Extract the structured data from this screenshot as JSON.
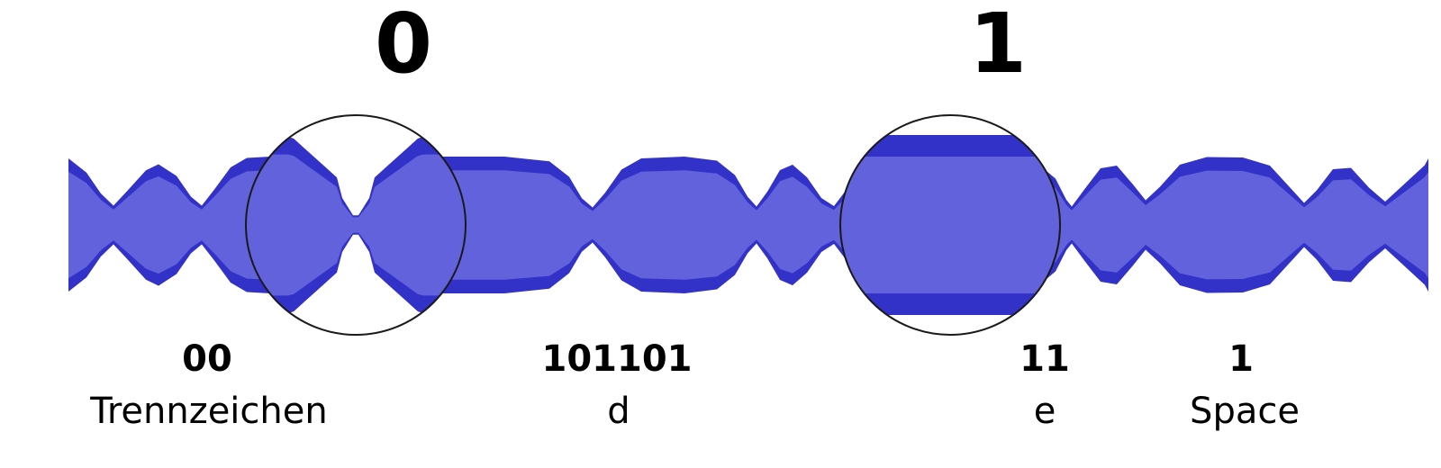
{
  "symbols": {
    "zero": "0",
    "one": "1"
  },
  "segments": [
    {
      "code": "00",
      "label": "Trennzeichen"
    },
    {
      "code": "101101",
      "label": "d"
    },
    {
      "code": "11",
      "label": "e"
    },
    {
      "code": "1",
      "label": "Space"
    }
  ],
  "colors": {
    "wave_dark": "#3232c8",
    "wave_light": "#6262dc",
    "lens_stroke": "#1a1a1a",
    "text": "#000000"
  }
}
